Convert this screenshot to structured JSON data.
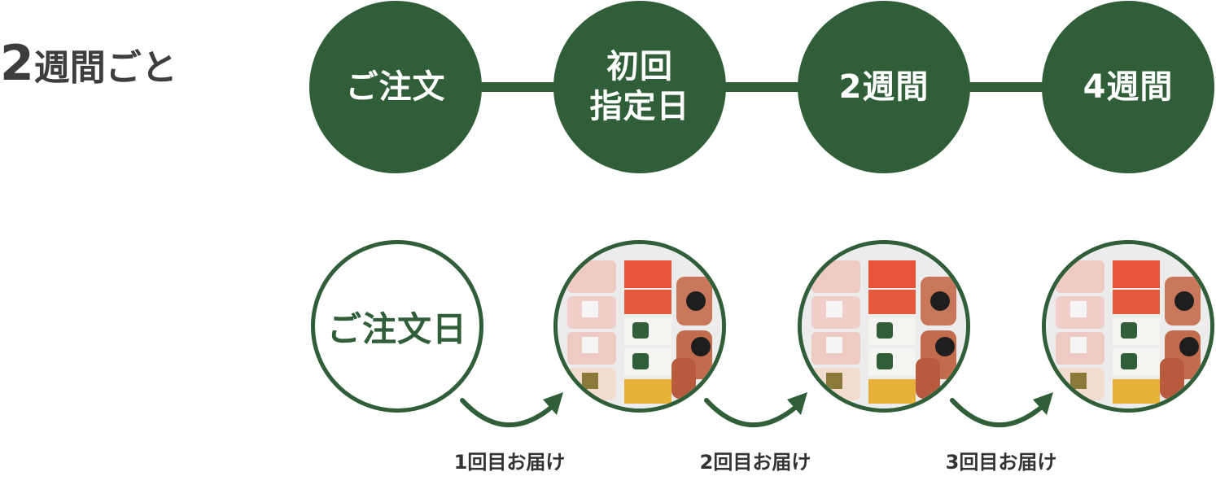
{
  "frequency": {
    "number": "2",
    "label": "週間ごと"
  },
  "timeline": {
    "steps": [
      {
        "label": "ご注文"
      },
      {
        "label": "初回\n指定日"
      },
      {
        "label": "2週間"
      },
      {
        "label": "4週間"
      }
    ]
  },
  "deliveries": {
    "order_day_label": "ご注文日",
    "captions": [
      "1回目お届け",
      "2回目お届け",
      "3回目お届け"
    ]
  },
  "colors": {
    "accent": "#2f5e38",
    "text": "#333333"
  }
}
